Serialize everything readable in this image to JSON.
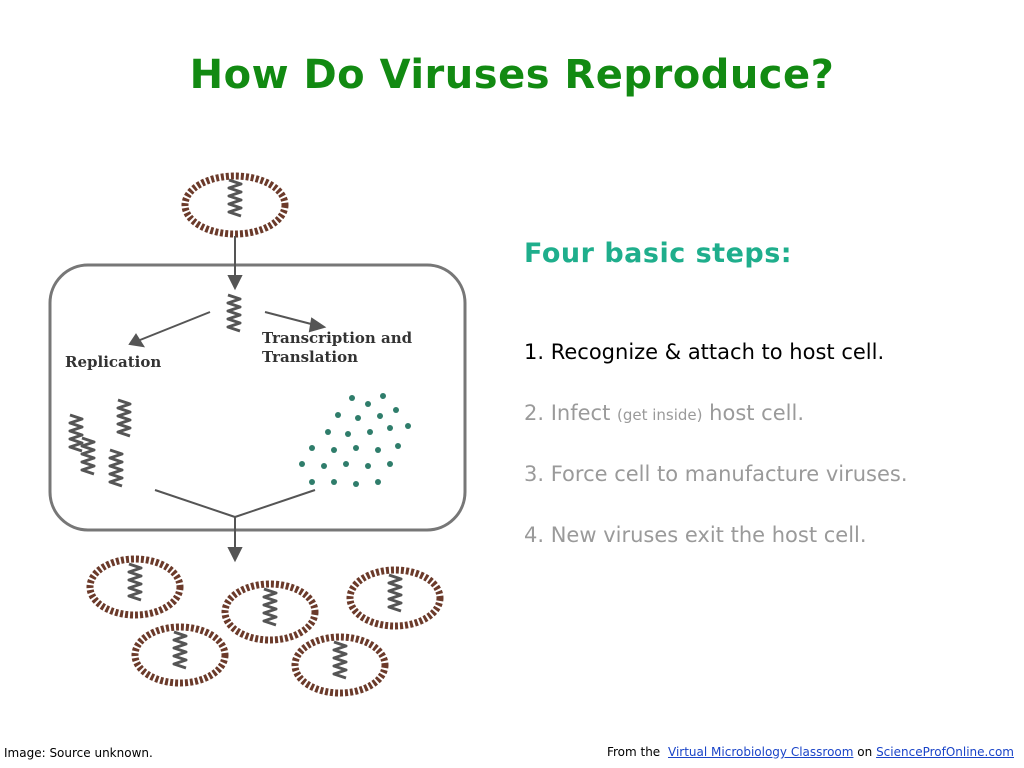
{
  "slide": {
    "title": "How Do Viruses Reproduce?"
  },
  "diagram": {
    "label_replication": "Replication",
    "label_transcription_line1": "Transcription and",
    "label_transcription_line2": "Translation"
  },
  "steps": {
    "heading": "Four basic steps:",
    "step1": "1. Recognize & attach to host cell.",
    "step2_prefix": "2. Infect ",
    "step2_note": "(get inside)",
    "step2_suffix": " host cell.",
    "step3": "3. Force cell to manufacture viruses.",
    "step4": "4.  New viruses exit the host cell."
  },
  "footer": {
    "image_credit": "Image: Source unknown.",
    "from_text": "From the",
    "link1": "Virtual Microbiology Classroom",
    "on_text": "on",
    "link2": "ScienceProfOnline.com"
  },
  "colors": {
    "title": "#128a12",
    "heading": "#1fae8c",
    "capsid": "#6b3a2a",
    "dna": "#555555",
    "protein": "#2f7d6b",
    "link": "#1a44c8"
  }
}
